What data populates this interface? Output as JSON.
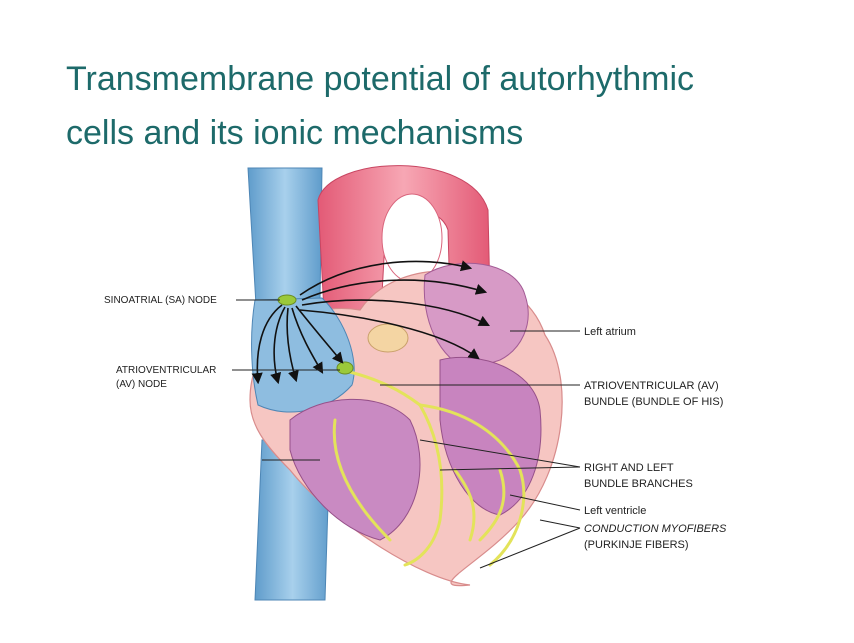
{
  "title": {
    "line1": "Transmembrane potential of autorhythmic",
    "line2": "cells and its ionic mechanisms"
  },
  "labels": {
    "sa_node": "SINOATRIAL (SA) NODE",
    "av_node_line1": "ATRIOVENTRICULAR",
    "av_node_line2": "(AV) NODE",
    "left_atrium": "Left atrium",
    "av_bundle_line1": "ATRIOVENTRICULAR (AV)",
    "av_bundle_line2": "BUNDLE (BUNDLE OF HIS)",
    "bundle_branches_line1": "RIGHT AND LEFT",
    "bundle_branches_line2": "BUNDLE BRANCHES",
    "left_ventricle": "Left ventricle",
    "purkinje_line1": "CONDUCTION MYOFIBERS",
    "purkinje_line2": "(PURKINJE FIBERS)"
  },
  "colors": {
    "title": "#1d6a6a",
    "vein_blue": "#7fb3d8",
    "aorta_pink": "#e96d85",
    "muscle_pink": "#f3b0b4",
    "chamber_purple": "#b46fb0",
    "conduction_yellow": "#e3e35a",
    "node_green": "#9bc93a"
  }
}
